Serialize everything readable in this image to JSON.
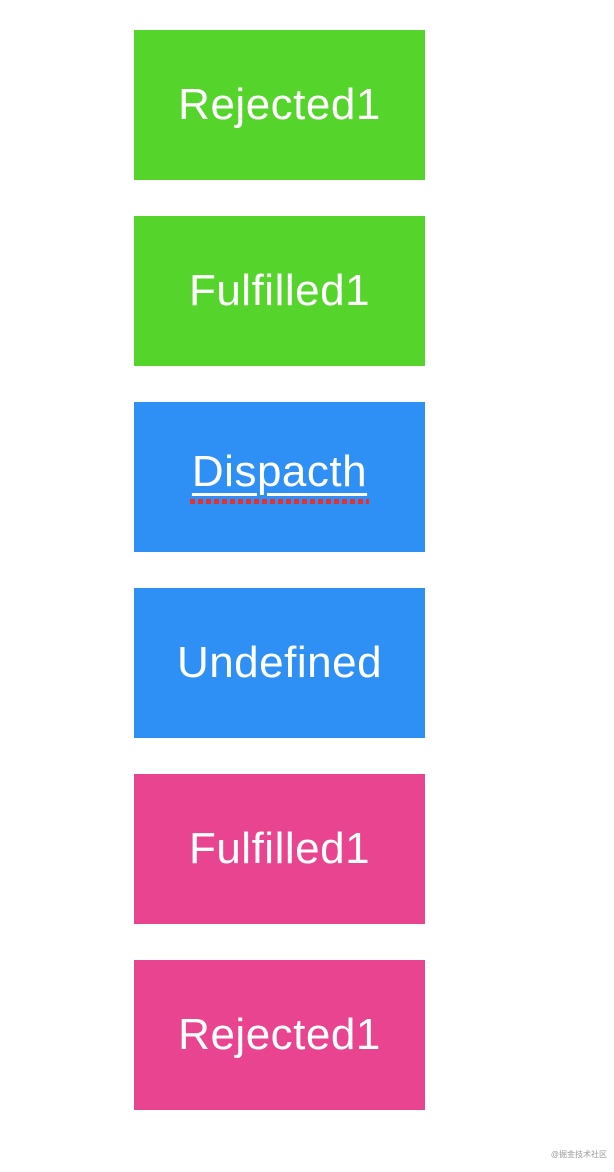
{
  "page": {
    "background": "#ffffff"
  },
  "colors": {
    "green": "#55d42c",
    "blue": "#2e8ff5",
    "pink": "#e8448f",
    "label_text": "#ffffff",
    "spellcheck_underline": "#e8312f",
    "watermark_text": "#9a9a9a"
  },
  "blocks": [
    {
      "label": "Rejected1",
      "color": "#55d42c",
      "group": "green",
      "misspelled": false
    },
    {
      "label": "Fulfilled1",
      "color": "#55d42c",
      "group": "green",
      "misspelled": false
    },
    {
      "label": "Dispacth",
      "color": "#2e8ff5",
      "group": "blue",
      "misspelled": true
    },
    {
      "label": "Undefined",
      "color": "#2e8ff5",
      "group": "blue",
      "misspelled": false
    },
    {
      "label": "Fulfilled1",
      "color": "#e8448f",
      "group": "pink",
      "misspelled": false
    },
    {
      "label": "Rejected1",
      "color": "#e8448f",
      "group": "pink",
      "misspelled": false
    }
  ],
  "watermark": {
    "text": "@掘金技术社区"
  }
}
